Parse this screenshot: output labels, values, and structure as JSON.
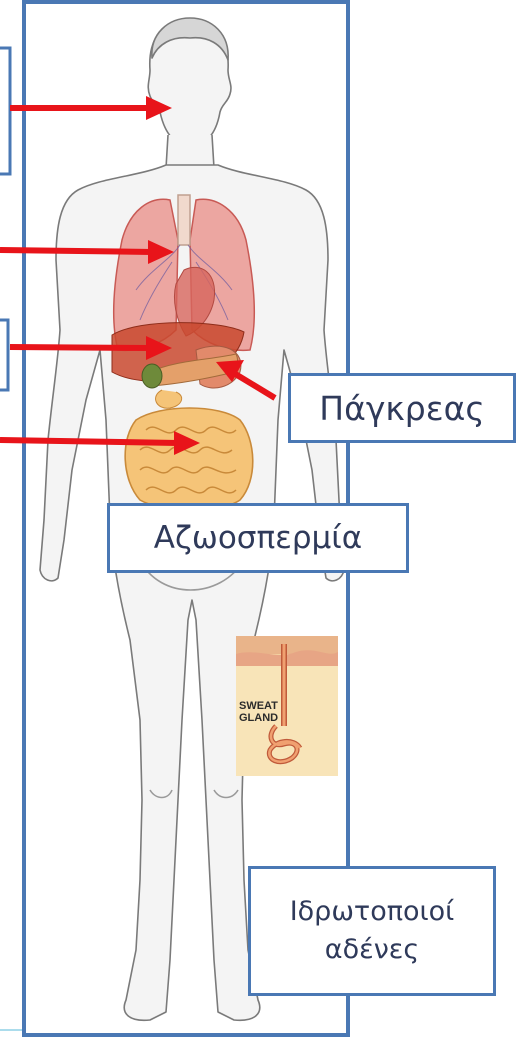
{
  "labels": {
    "pancreas": "Πάγκρεας",
    "azoospermia": "Αζωοσπερμία",
    "sweat_glands_line1": "Ιδρωτοποιοί",
    "sweat_glands_line2": "αδένες"
  },
  "inset": {
    "text_line1": "SWEAT",
    "text_line2": "GLAND"
  },
  "colors": {
    "frame": "#4a78b4",
    "arrow": "#e8141a",
    "guide_line": "#8fd0e6"
  }
}
